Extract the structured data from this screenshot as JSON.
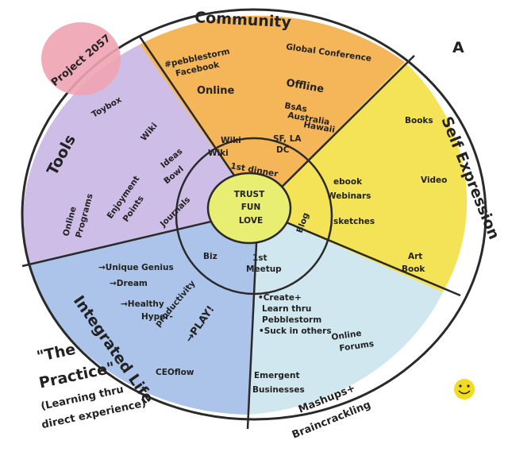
{
  "badge": "Project 2057",
  "corner_mark": "A",
  "center": [
    "TRUST",
    "FUN",
    "LOVE"
  ],
  "sector_titles": {
    "community": "Community",
    "self_expression": "Self Expression",
    "mashups": "Mashups+",
    "braincrackling": "Braincrackling",
    "integrated_life": "Integrated Life",
    "tools": "Tools"
  },
  "practice": [
    "\"The",
    "Practice\"",
    "(Learning thru",
    "direct experience)"
  ],
  "community": {
    "pebblestorm_facebook": [
      "#pebblestorm",
      "Facebook"
    ],
    "global_conference": "Global Conference",
    "online": "Online",
    "offline": "Offline",
    "wiki": "Wiki",
    "places": [
      "BsAs",
      "Australia",
      "Hawaii",
      "SF, LA",
      "DC"
    ]
  },
  "self_expression": {
    "books": "Books",
    "ebook": "ebook",
    "webinars": "Webinars",
    "sketches": "sketches",
    "video": "Video",
    "art_book": [
      "Art",
      "Book"
    ]
  },
  "mashups": {
    "create_learn": [
      "•Create+",
      "Learn thru",
      "Pebblestorm",
      "•Suck in others"
    ],
    "online_forums": [
      "Online",
      "Forums"
    ],
    "emergent": [
      "Emergent",
      "Businesses"
    ]
  },
  "integrated_life": {
    "unique_genius": "→Unique Genius",
    "dream": "→Dream",
    "healthy": "→Healthy",
    "hyper": "Hyper-",
    "productivity": "productivity",
    "play": "→PLAY!",
    "ceoflow": "CEOflow"
  },
  "tools": {
    "toybox": "Toybox",
    "wiki": "Wiki",
    "ideas_bowl": [
      "Ideas",
      "Bowl"
    ],
    "online_programs": [
      "Online",
      "Programs"
    ],
    "enjoyment_points": [
      "Enjoyment",
      "Points"
    ],
    "journals": "Journals"
  },
  "inner_ring": {
    "first_dinner": "1st dinner",
    "blog": "Blog",
    "first_meetup": [
      "1st",
      "Meetup"
    ],
    "biz": "Biz",
    "wiki": "Wiki"
  },
  "colors": {
    "community": "#f3a93c",
    "self_expression": "#f2de3a",
    "mashups": "#cfe6ee",
    "integrated_life": "#9db8e6",
    "tools": "#c6b3e3",
    "center": "#e8ee72",
    "badge": "#f0a3b1",
    "smiley": "#f2dc21"
  }
}
